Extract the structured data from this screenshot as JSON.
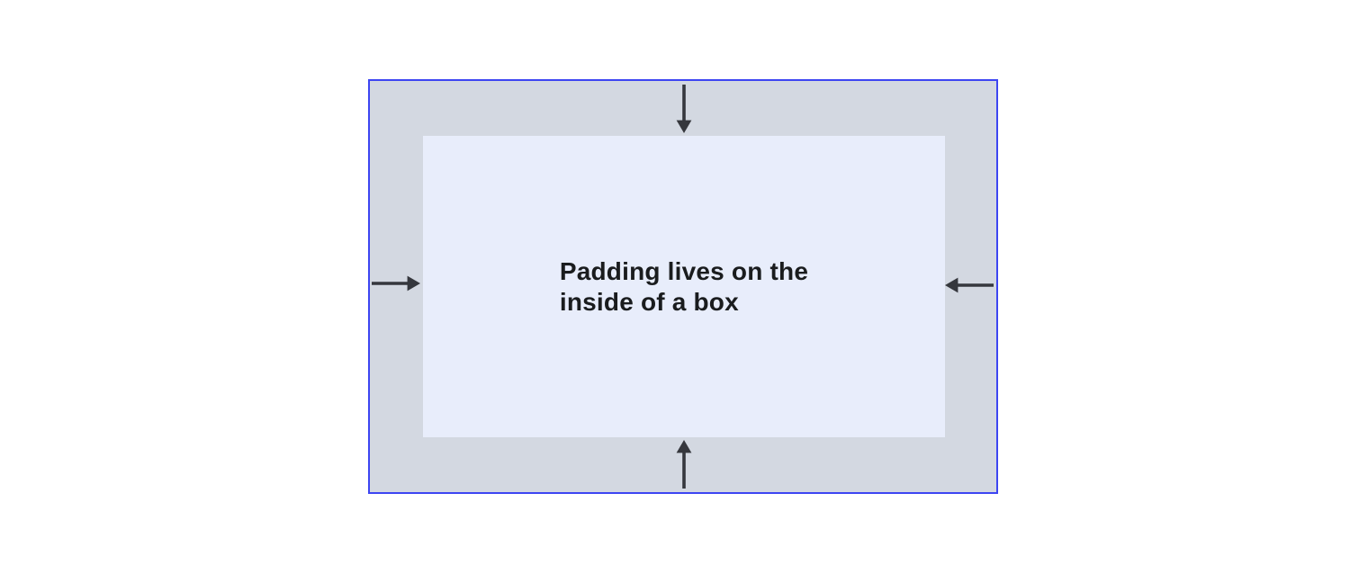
{
  "diagram": {
    "label": {
      "line1": "Padding lives on the",
      "line2": "inside of a box"
    },
    "colors": {
      "page_bg": "#ffffff",
      "box_border": "#3d45f2",
      "padding_area_bg": "#d3d8e1",
      "content_area_bg": "#e8edfb",
      "arrow": "#35373d",
      "label_text": "#1a1c1e"
    },
    "arrows": [
      {
        "icon": "arrow-down-icon",
        "edge": "top",
        "direction": "down"
      },
      {
        "icon": "arrow-up-icon",
        "edge": "bottom",
        "direction": "up"
      },
      {
        "icon": "arrow-right-icon",
        "edge": "left",
        "direction": "right"
      },
      {
        "icon": "arrow-left-icon",
        "edge": "right",
        "direction": "left"
      }
    ]
  }
}
